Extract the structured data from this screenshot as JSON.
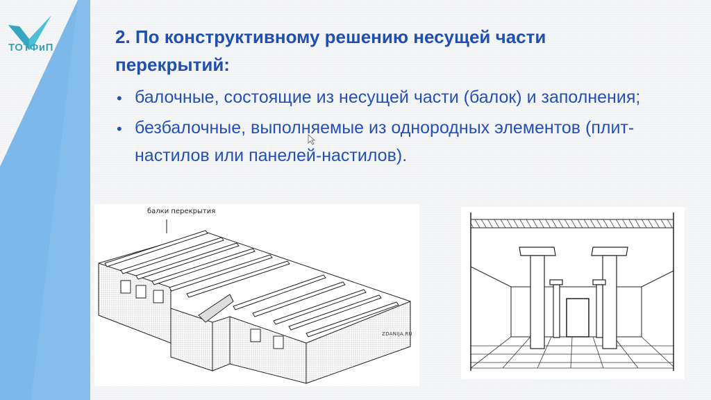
{
  "logo": {
    "text": "ТОТФиП",
    "color": "#3aa0b8"
  },
  "theme": {
    "stripe_color": "#7cb8ea",
    "stripe_overlay": "#8ec3ef",
    "title_color": "#1f4fb0",
    "body_color": "#2350b8"
  },
  "slide": {
    "title": "2. По конструктивному решению несущей части перекрытий:",
    "bullets": [
      {
        "text": "балочные, состоящие из несущей части (балок) и заполнения;"
      },
      {
        "text": "безбалочные, выполняемые из однородных элементов (плит-настилов или панелей-настилов)."
      }
    ]
  },
  "figures": {
    "left": {
      "caption": "балки перекрытия",
      "watermark": "ZDANIJA.RU",
      "description": "beam floor building isometric drawing"
    },
    "right": {
      "description": "beamless floor interior with columns"
    }
  }
}
